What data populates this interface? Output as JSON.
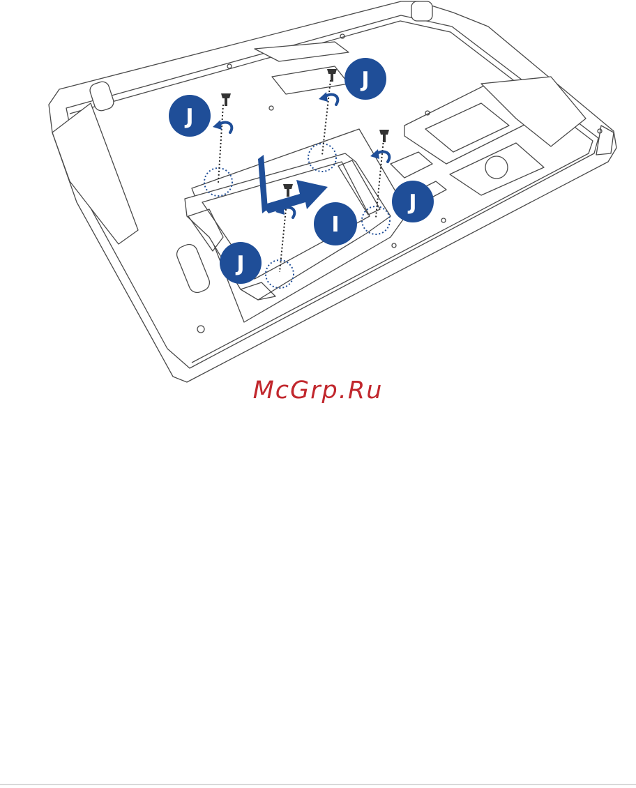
{
  "figure": {
    "badges": {
      "remove": "I",
      "screw": "J"
    }
  },
  "watermark": "McGrp.Ru",
  "colors": {
    "badge_fill": "#1f4e98",
    "arrow": "#1f4e98",
    "outline": "#4a4a4a",
    "watermark": "#c1272d"
  },
  "icons": [
    "screw-icon",
    "rotate-arrow-icon",
    "slide-arrow-icon"
  ]
}
